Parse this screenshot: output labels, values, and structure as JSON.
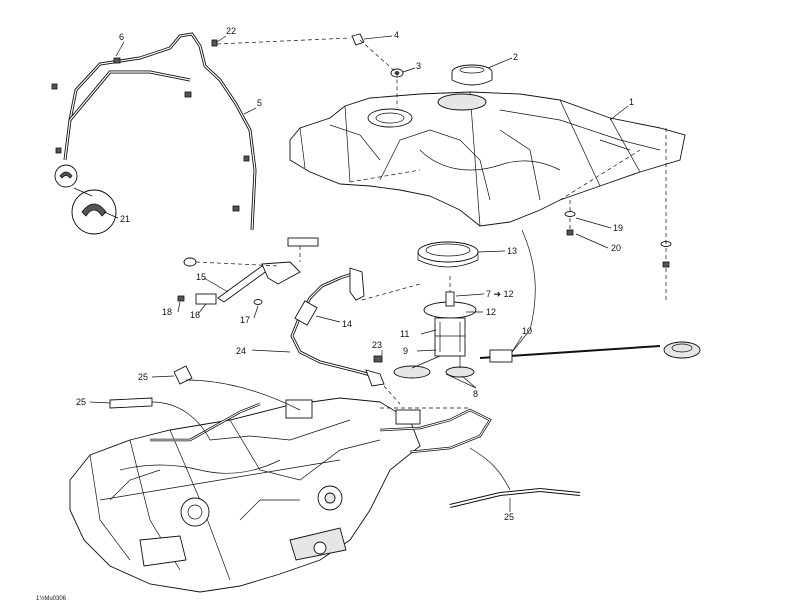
{
  "diagram": {
    "reference_code": "1½Mu0306",
    "callouts": [
      {
        "id": "c1",
        "text": "1"
      },
      {
        "id": "c2",
        "text": "2"
      },
      {
        "id": "c3",
        "text": "3"
      },
      {
        "id": "c4",
        "text": "4"
      },
      {
        "id": "c5",
        "text": "5"
      },
      {
        "id": "c6",
        "text": "6"
      },
      {
        "id": "c7",
        "text": "7 ➔ 12"
      },
      {
        "id": "c8",
        "text": "8"
      },
      {
        "id": "c9",
        "text": "9"
      },
      {
        "id": "c10",
        "text": "10"
      },
      {
        "id": "c11",
        "text": "11"
      },
      {
        "id": "c12",
        "text": "12"
      },
      {
        "id": "c13",
        "text": "13"
      },
      {
        "id": "c14",
        "text": "14"
      },
      {
        "id": "c15",
        "text": "15"
      },
      {
        "id": "c16",
        "text": "16"
      },
      {
        "id": "c17",
        "text": "17"
      },
      {
        "id": "c18",
        "text": "18"
      },
      {
        "id": "c19",
        "text": "19"
      },
      {
        "id": "c20",
        "text": "20"
      },
      {
        "id": "c21",
        "text": "21"
      },
      {
        "id": "c22",
        "text": "22"
      },
      {
        "id": "c23",
        "text": "23"
      },
      {
        "id": "c24",
        "text": "24"
      },
      {
        "id": "c25a",
        "text": "25"
      },
      {
        "id": "c25b",
        "text": "25"
      },
      {
        "id": "c25c",
        "text": "25"
      }
    ]
  }
}
